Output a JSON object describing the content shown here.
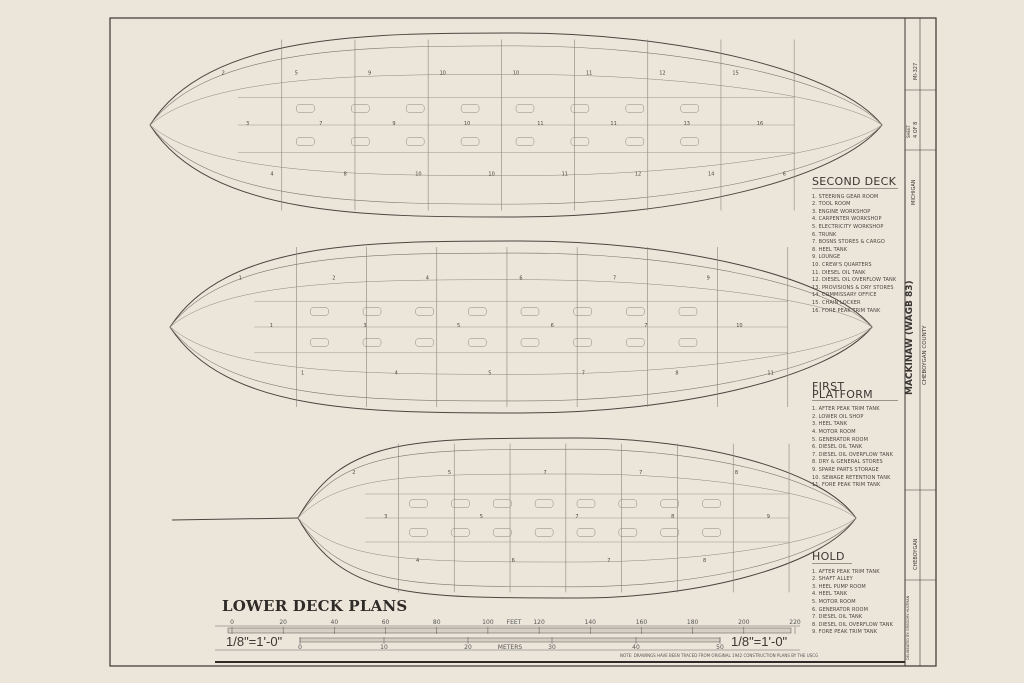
{
  "title": "LOWER DECK PLANS",
  "decks": [
    {
      "name": "SECOND DECK",
      "legend": [
        "1. STEERING GEAR ROOM",
        "2. TOOL ROOM",
        "3. ENGINE WORKSHOP",
        "4. CARPENTER WORKSHOP",
        "5. ELECTRICITY WORKSHOP",
        "6. TRUNK",
        "7. BOSNS STORES & CARGO",
        "8. HEEL TANK",
        "9. LOUNGE",
        "10. CREW'S QUARTERS",
        "11. DIESEL OIL TANK",
        "12. DIESEL OIL OVERFLOW TANK",
        "13. PROVISIONS & DRY STORES",
        "14. COMMISSARY OFFICE",
        "15. CHAIN LOCKER",
        "16. FORE PEAK TRIM TANK"
      ],
      "room_labels": [
        "2",
        "3",
        "4",
        "5",
        "7",
        "8",
        "9",
        "9",
        "10",
        "10",
        "10",
        "10",
        "10",
        "11",
        "11",
        "11",
        "11",
        "12",
        "12",
        "13",
        "14",
        "15",
        "16",
        "6"
      ]
    },
    {
      "name": "FIRST PLATFORM",
      "legend": [
        "1. AFTER PEAK TRIM TANK",
        "2. LOWER OIL SHOP",
        "3. HEEL TANK",
        "4. MOTOR ROOM",
        "5. GENERATOR ROOM",
        "6. DIESEL OIL TANK",
        "7. DIESEL OIL OVERFLOW TANK",
        "8. DRY & GENERAL STORES",
        "9. SPARE PARTS STORAGE",
        "10. SEWAGE RETENTION TANK",
        "11. FORE PEAK TRIM TANK"
      ],
      "room_labels": [
        "1",
        "1",
        "1",
        "2",
        "3",
        "4",
        "4",
        "5",
        "5",
        "6",
        "6",
        "7",
        "7",
        "7",
        "8",
        "9",
        "10",
        "11"
      ]
    },
    {
      "name": "HOLD",
      "legend": [
        "1. AFTER PEAK TRIM TANK",
        "2. SHAFT ALLEY",
        "3. HEEL PUMP ROOM",
        "4. HEEL TANK",
        "5. MOTOR ROOM",
        "6. GENERATOR ROOM",
        "7. DIESEL OIL TANK",
        "8. DIESEL OIL OVERFLOW TANK",
        "9. FORE PEAK TRIM TANK"
      ],
      "room_labels": [
        "2",
        "3",
        "4",
        "5",
        "5",
        "6",
        "7",
        "7",
        "7",
        "7",
        "8",
        "8",
        "8",
        "9"
      ]
    }
  ],
  "scale": {
    "label": "1/8\"=1'-0\"",
    "feet_label": "FEET",
    "feet_ticks": [
      "0",
      "20",
      "40",
      "60",
      "80",
      "100",
      "120",
      "140",
      "160",
      "180",
      "200",
      "220"
    ],
    "meters_label": "METERS",
    "meter_ticks": [
      "0",
      "10",
      "20",
      "30",
      "40",
      "50"
    ]
  },
  "note": "NOTE: DRAWINGS HAVE BEEN TRACED FROM ORIGINAL 1942 CONSTRUCTION PLANS BY THE USCG",
  "title_block": {
    "vessel": "MACKINAW (WAGB 83)",
    "location": "CHEBOYGAN COUNTY",
    "state": "MICHIGAN",
    "city": "CHEBOYGAN",
    "sheet": "4 OF 8",
    "sheet_label": "SHEET",
    "survey_number": "MI-327",
    "delineator": "DELINEATED BY: GREGORY HULTMAN"
  },
  "colors": {
    "paper": "#ece6da",
    "ink": "#3a3632",
    "line": "#6d6861"
  }
}
